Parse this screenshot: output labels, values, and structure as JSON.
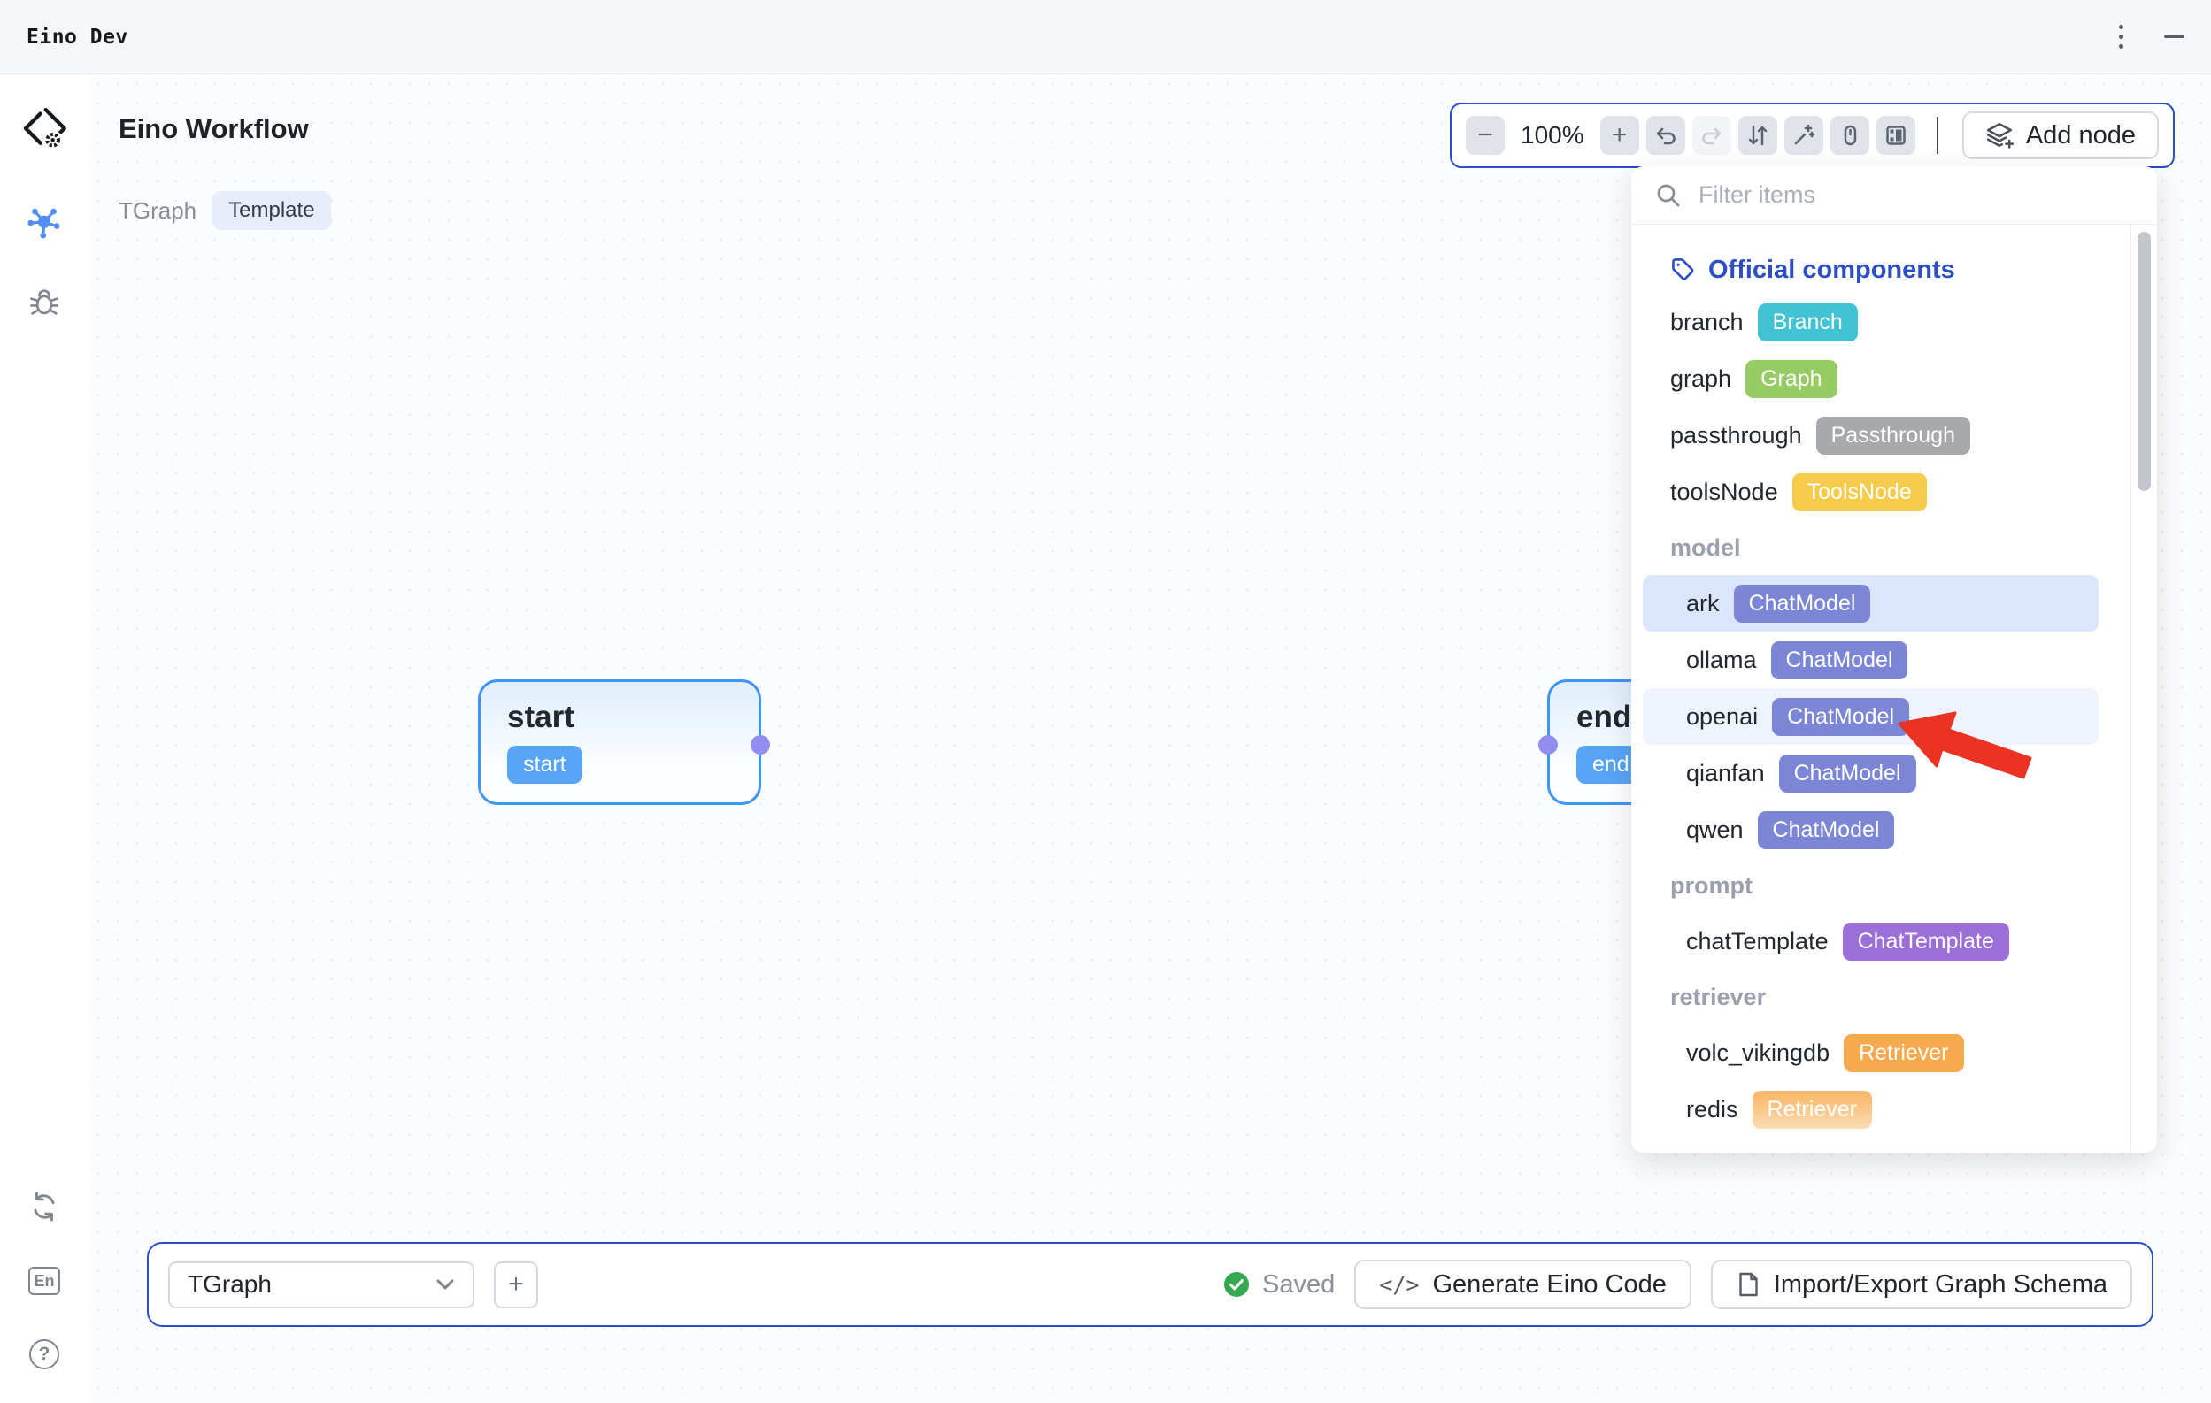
{
  "titlebar": {
    "title": "Eino Dev"
  },
  "header": {
    "title": "Eino Workflow",
    "graph_name": "TGraph",
    "template_badge": "Template"
  },
  "toolbar": {
    "zoom_level": "100%",
    "add_node_label": "Add node"
  },
  "panel": {
    "filter_placeholder": "Filter items",
    "official_title": "Official components",
    "official_items": [
      {
        "name": "branch",
        "badge": "Branch",
        "color": "#41c3d4"
      },
      {
        "name": "graph",
        "badge": "Graph",
        "color": "#97cb63"
      },
      {
        "name": "passthrough",
        "badge": "Passthrough",
        "color": "#a7a9ad"
      },
      {
        "name": "toolsNode",
        "badge": "ToolsNode",
        "color": "#f6ca4b"
      }
    ],
    "groups": [
      {
        "label": "model",
        "items": [
          {
            "name": "ark",
            "badge": "ChatModel",
            "color": "#7b86d6",
            "state": "selected"
          },
          {
            "name": "ollama",
            "badge": "ChatModel",
            "color": "#7b86d6",
            "state": "none"
          },
          {
            "name": "openai",
            "badge": "ChatModel",
            "color": "#7b86d6",
            "state": "hover"
          },
          {
            "name": "qianfan",
            "badge": "ChatModel",
            "color": "#7b86d6",
            "state": "none"
          },
          {
            "name": "qwen",
            "badge": "ChatModel",
            "color": "#7b86d6",
            "state": "none"
          }
        ]
      },
      {
        "label": "prompt",
        "items": [
          {
            "name": "chatTemplate",
            "badge": "ChatTemplate",
            "color": "#9c6ed8",
            "state": "none"
          }
        ]
      },
      {
        "label": "retriever",
        "items": [
          {
            "name": "volc_vikingdb",
            "badge": "Retriever",
            "color": "#f7a94d",
            "state": "none"
          },
          {
            "name": "redis",
            "badge": "Retriever",
            "color": "#f9b96a",
            "state": "none"
          }
        ]
      }
    ]
  },
  "canvas": {
    "start_node": {
      "title": "start",
      "badge": "start"
    },
    "end_node": {
      "title": "end",
      "badge": "end"
    }
  },
  "bottombar": {
    "graph_select": "TGraph",
    "saved_label": "Saved",
    "generate_label": "Generate Eino Code",
    "import_label": "Import/Export Graph Schema"
  },
  "colors": {
    "accent_border": "#2b4eca",
    "official_blue": "#2d4fc4",
    "node_border": "#3f94f7",
    "node_badge": "#58a4f8",
    "port": "#928df0",
    "arrow": "#ea3323",
    "saved_green": "#34a853",
    "selected_row": "#dbe5fb",
    "hover_row": "#eef3fd"
  }
}
